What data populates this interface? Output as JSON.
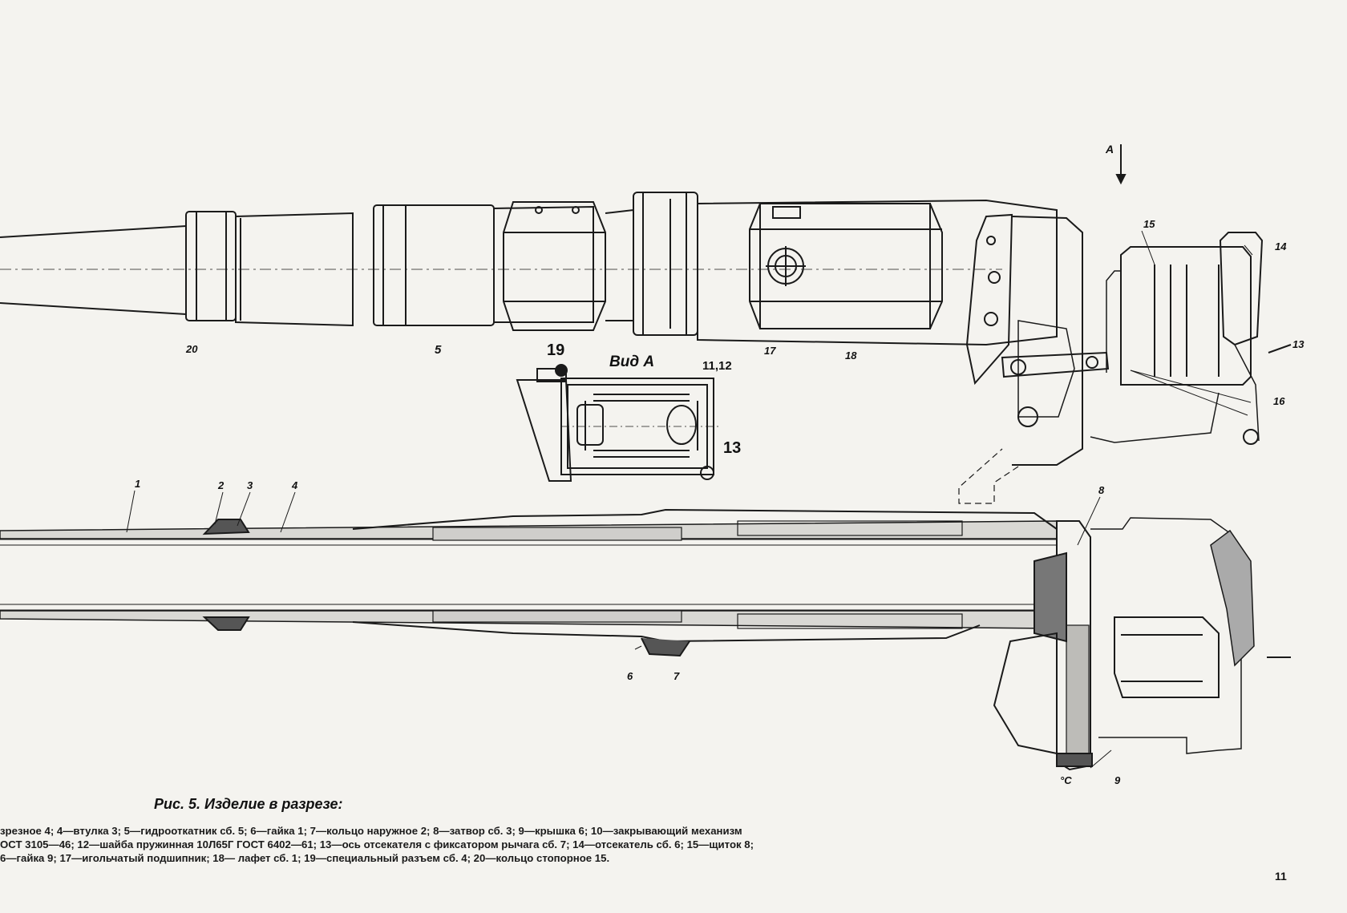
{
  "figure": {
    "view_label": "Вид А",
    "section_mark": "А",
    "caption": "Рис. 5. Изделие в разрезе:",
    "page_number": "11"
  },
  "legend_lines": [
    "зрезное 4; 4—втулка 3; 5—гидрооткатник сб. 5; 6—гайка 1; 7—кольцо наружное 2; 8—затвор сб. 3; 9—крышка 6; 10—закрывающий механизм",
    "ОСТ 3105—46; 12—шайба пружинная 10Л65Г ГОСТ 6402—61; 13—ось отсекателя с фиксатором рычага сб. 7; 14—отсекатель сб. 6; 15—щиток 8;",
    "6—гайка 9; 17—игольчатый подшипник; 18— лафет сб. 1; 19—специальный разъем сб. 4; 20—кольцо стопорное 15."
  ],
  "callouts": {
    "c1": "1",
    "c2": "2",
    "c3": "3",
    "c4": "4",
    "c5": "5",
    "c6": "6",
    "c7": "7",
    "c8": "8",
    "c9": "9",
    "c11_12": "11,12",
    "c13_view": "13",
    "c13": "13",
    "c14": "14",
    "c15": "15",
    "c16": "16",
    "c17": "17",
    "c18": "18",
    "c19": "19",
    "c20": "20",
    "cC": "°С"
  }
}
